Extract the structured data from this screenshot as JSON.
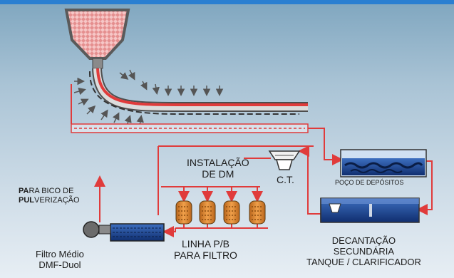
{
  "labels": {
    "instalacao_line1": "INSTALAÇÃO",
    "instalacao_line2": "DE DM",
    "ct": "C.T.",
    "poco": "POÇO DE DEPÓSITOS",
    "bico_bold1": "PA",
    "bico_rest1": "RA BICO DE",
    "bico_bold2": "PUL",
    "bico_rest2": "VERIZAÇÃO",
    "linha_line1": "LINHA P/B",
    "linha_line2": "PARA FILTRO",
    "filtro_line1": "Filtro Médio",
    "filtro_line2": "DMF-Duol",
    "decant_line1": "DECANTAÇÃO",
    "decant_line2": "SECUNDÁRIA",
    "decant_line3": "TANQUE / CLARIFICADOR"
  },
  "colors": {
    "pipe": "#e03b3b",
    "hopper_fill": "#f1a3a3",
    "hopper_outline": "#5a5a5a",
    "water": "#1b3f8c",
    "water_light": "#4a78c6",
    "filter_vessel": "#e08a2a",
    "background_top": "#7fa6bf",
    "background_bottom": "#e7eef4"
  }
}
